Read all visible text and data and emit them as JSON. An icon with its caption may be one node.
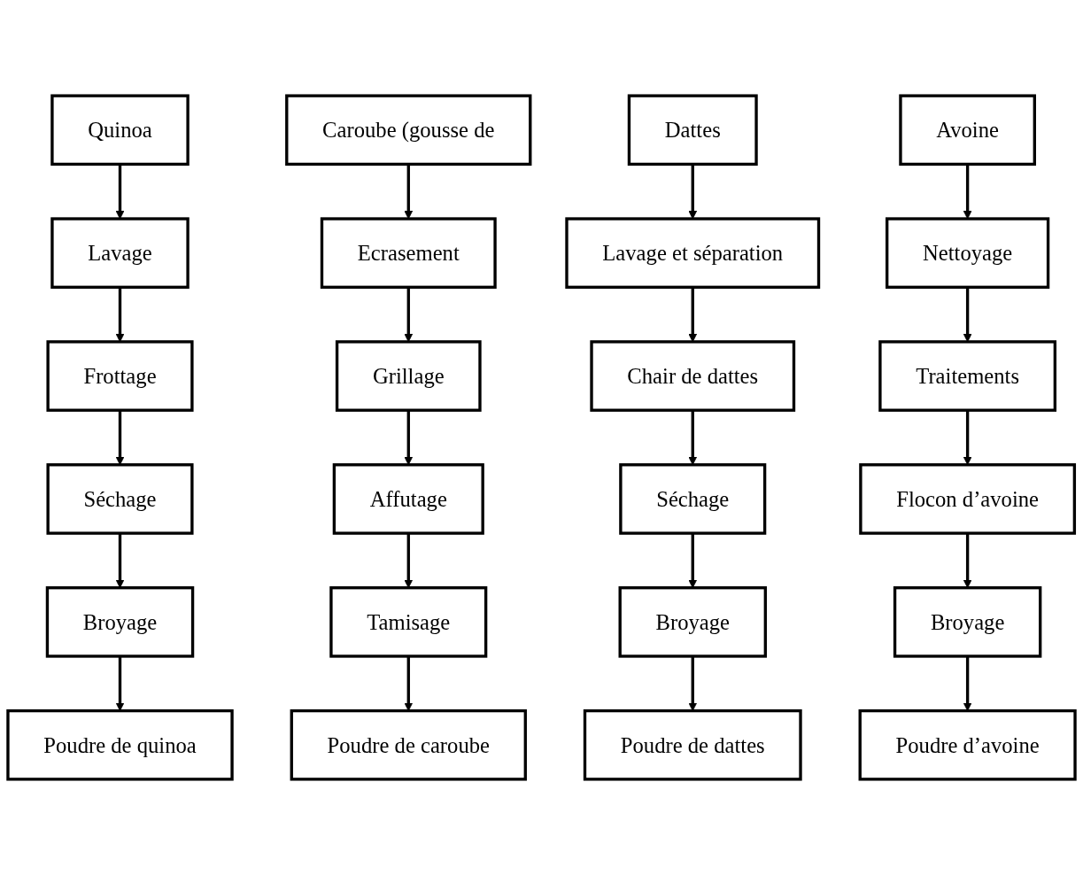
{
  "diagram": {
    "nodes": [
      {
        "text": [
          "Quinoa"
        ]
      },
      {
        "text": [
          "Lavage"
        ]
      },
      {
        "text": [
          "Frottage"
        ]
      },
      {
        "text": [
          "Séchage"
        ]
      },
      {
        "text": [
          "Broyage"
        ]
      },
      {
        "text": [
          "Poudre de quinoa"
        ]
      },
      {
        "text": [
          "Caroube (gousse de"
        ]
      },
      {
        "text": [
          "Ecrasement"
        ]
      },
      {
        "text": [
          "Grillage"
        ]
      },
      {
        "text": [
          "Affutage"
        ]
      },
      {
        "text": [
          "Tamisage"
        ]
      },
      {
        "text": [
          "Poudre de caroube"
        ]
      },
      {
        "text": [
          "Dattes"
        ]
      },
      {
        "text": [
          "Lavage et séparation"
        ]
      },
      {
        "text": [
          "Chair de dattes"
        ]
      },
      {
        "text": [
          "Séchage"
        ]
      },
      {
        "text": [
          "Broyage"
        ]
      },
      {
        "text": [
          "Poudre de dattes"
        ]
      },
      {
        "text": [
          "Avoine"
        ]
      },
      {
        "text": [
          "Nettoyage"
        ]
      },
      {
        "text": [
          "Traitements"
        ]
      },
      {
        "text": [
          "Flocon d’avoine"
        ]
      },
      {
        "text": [
          "Broyage"
        ]
      },
      {
        "text": [
          "Poudre d’avoine"
        ]
      }
    ],
    "edges": [
      {
        "from": 0,
        "to": 1,
        "arrow": "to"
      },
      {
        "from": 1,
        "to": 2,
        "arrow": "to"
      },
      {
        "from": 2,
        "to": 3,
        "arrow": "to"
      },
      {
        "from": 3,
        "to": 4,
        "arrow": "to"
      },
      {
        "from": 4,
        "to": 5,
        "arrow": "to"
      },
      {
        "from": 6,
        "to": 7,
        "arrow": "to"
      },
      {
        "from": 7,
        "to": 8,
        "arrow": "to"
      },
      {
        "from": 8,
        "to": 9,
        "arrow": "to"
      },
      {
        "from": 9,
        "to": 10,
        "arrow": "to"
      },
      {
        "from": 10,
        "to": 11,
        "arrow": "to"
      },
      {
        "from": 12,
        "to": 13,
        "arrow": "to"
      },
      {
        "from": 13,
        "to": 14,
        "arrow": "to"
      },
      {
        "from": 14,
        "to": 15,
        "arrow": "to"
      },
      {
        "from": 15,
        "to": 16,
        "arrow": "to"
      },
      {
        "from": 16,
        "to": 17,
        "arrow": "to"
      },
      {
        "from": 18,
        "to": 19,
        "arrow": "to"
      },
      {
        "from": 19,
        "to": 20,
        "arrow": "to"
      },
      {
        "from": 20,
        "to": 21,
        "arrow": "to"
      },
      {
        "from": 21,
        "to": 22,
        "arrow": "to"
      },
      {
        "from": 22,
        "to": 23,
        "arrow": "to"
      }
    ]
  }
}
